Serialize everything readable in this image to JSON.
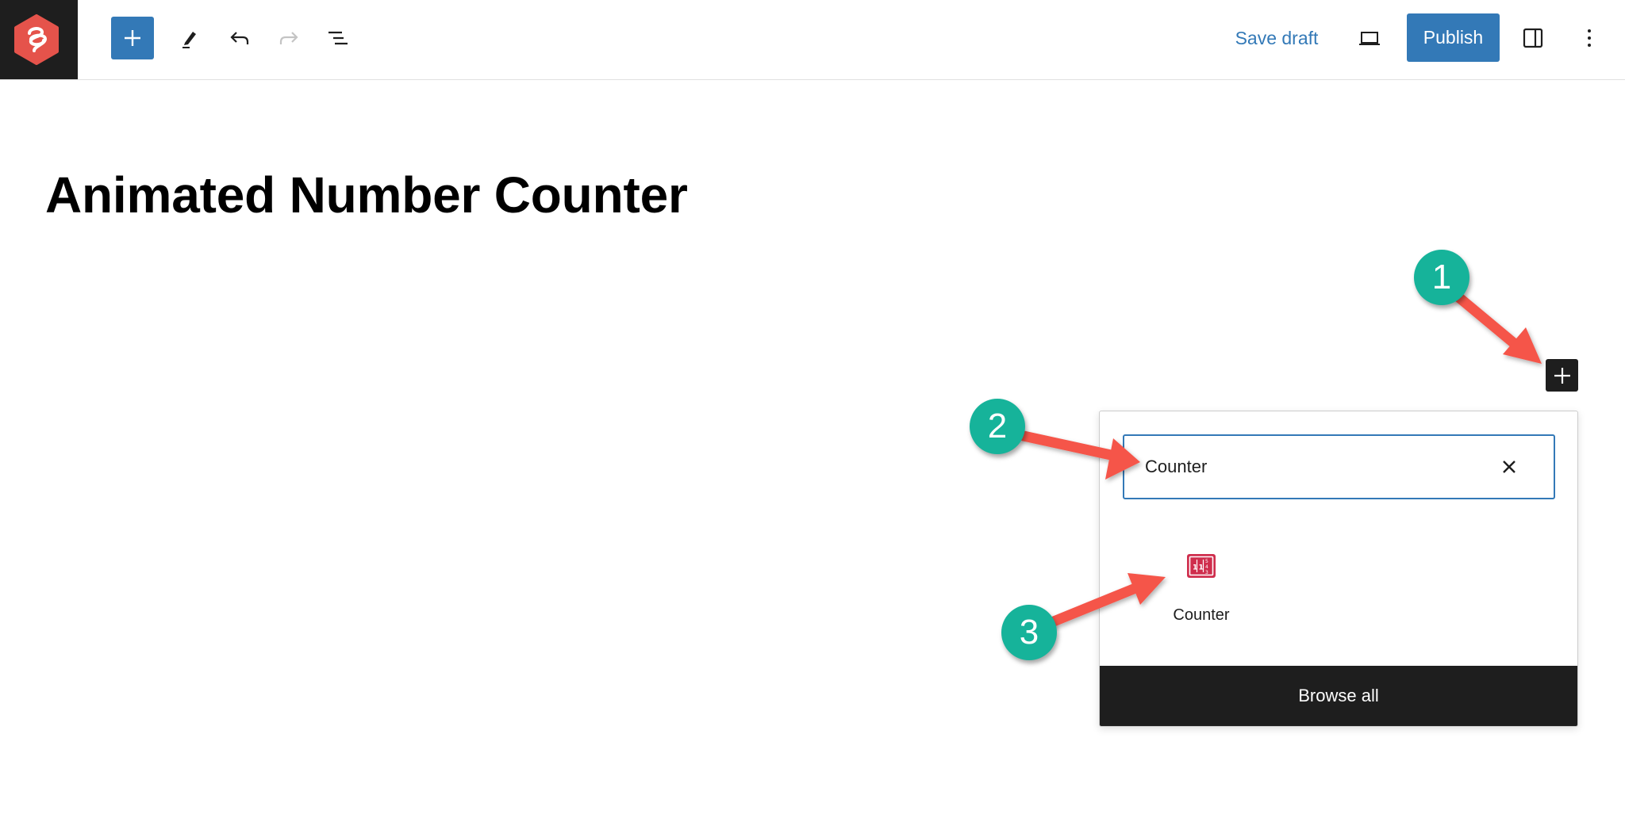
{
  "header": {
    "logo": "wpzoom-logo-icon",
    "toolbar_left": [
      {
        "name": "inserter-toggle",
        "icon": "plus-icon",
        "label": "Add block"
      },
      {
        "name": "tools",
        "icon": "pencil-icon",
        "label": "Tools"
      },
      {
        "name": "undo",
        "icon": "undo-icon",
        "label": "Undo"
      },
      {
        "name": "redo",
        "icon": "redo-icon",
        "label": "Redo",
        "disabled": true
      },
      {
        "name": "list-view",
        "icon": "list-view-icon",
        "label": "List View"
      }
    ],
    "save_draft_label": "Save draft",
    "preview_icon": "laptop-icon",
    "publish_label": "Publish",
    "settings_icon": "sidebar-icon",
    "options_icon": "kebab-icon"
  },
  "editor": {
    "post_title": "Animated Number Counter"
  },
  "quick_inserter": {
    "search": {
      "value": "Counter",
      "placeholder": "Search",
      "clear_icon": "close-icon"
    },
    "results": [
      {
        "label": "Counter",
        "icon": "counter-block-icon",
        "icon_color": "#cf2e4d"
      }
    ],
    "browse_all_label": "Browse all"
  },
  "annotations": {
    "callouts": [
      {
        "number": "1",
        "target": "block-appender"
      },
      {
        "number": "2",
        "target": "search-input"
      },
      {
        "number": "3",
        "target": "counter-block"
      }
    ],
    "callout_color": "#16b39a",
    "arrow_color": "#f5554a"
  },
  "colors": {
    "accent": "#3379b7",
    "dark": "#1e1e1e",
    "logo": "#e5534b"
  }
}
